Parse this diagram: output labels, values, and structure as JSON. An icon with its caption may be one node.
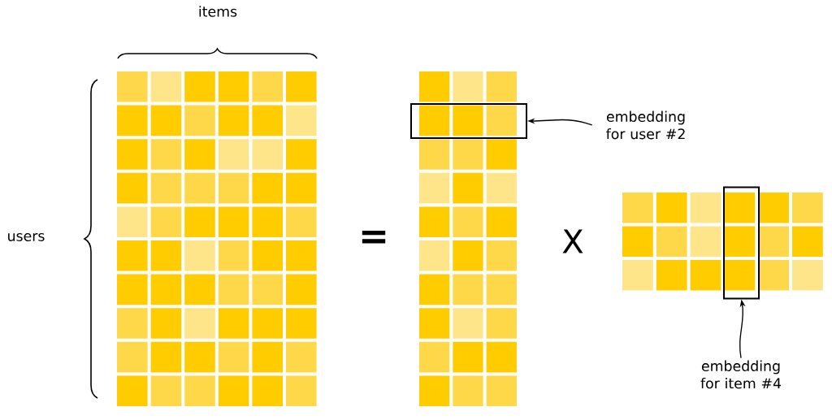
{
  "diagram": {
    "nodes": [
      {
        "text": [
          "embedding for user #2"
        ]
      },
      {
        "text": [],
        "shape": "box"
      },
      {
        "text": [
          "embedding for item #4"
        ]
      },
      {
        "text": [],
        "shape": "box"
      }
    ],
    "edges": [
      {
        "from": 0,
        "to": 1,
        "arrow": "to"
      },
      {
        "from": 2,
        "to": 3,
        "arrow": "to"
      }
    ],
    "labels": [
      "items",
      "users",
      "=",
      "X"
    ]
  }
}
